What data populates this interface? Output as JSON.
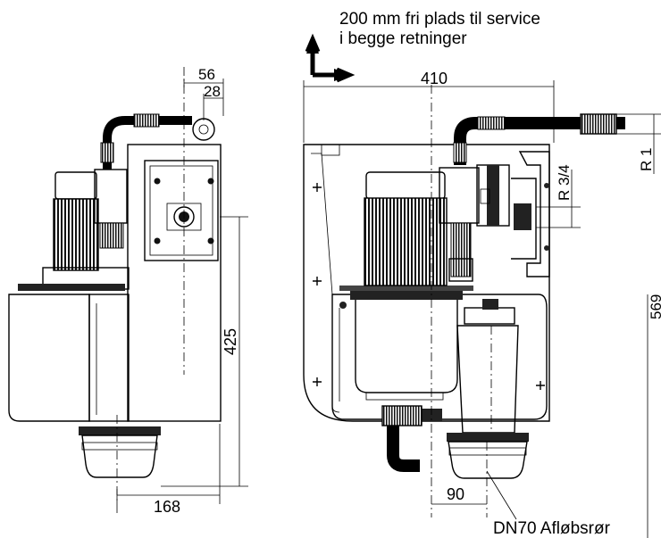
{
  "note": {
    "line1": "200 mm fri plads til service",
    "line2": "i begge retninger"
  },
  "dimensions": {
    "side_width_top": "56",
    "side_inner_top": "28",
    "side_height": "425",
    "side_base": "168",
    "front_width": "410",
    "front_height": "569",
    "front_offset": "90",
    "thread_r1": "R 1",
    "thread_r34": "R 3/4"
  },
  "labels": {
    "drain": "DN70 Afløbsrør"
  },
  "colors": {
    "stroke": "#000000",
    "fill_body": "#ffffff",
    "fill_dark": "#1a1a1a",
    "fill_mid": "#555555"
  }
}
